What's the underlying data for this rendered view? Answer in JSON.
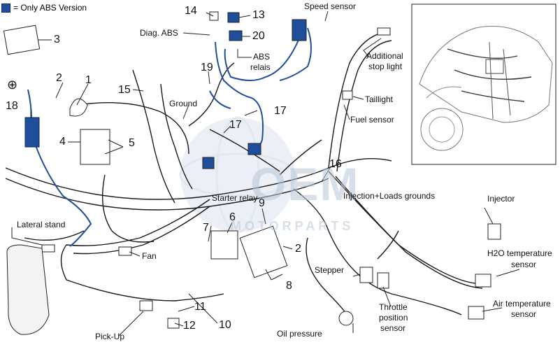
{
  "legend": {
    "text": "= Only ABS Version",
    "color": "#1f4e9a"
  },
  "watermark": {
    "line1": "OEM",
    "line2": "MOTORPARTS"
  },
  "numbers": {
    "n1": "1",
    "n2": "2",
    "n3": "3",
    "n4": "4",
    "n5": "5",
    "n6": "6",
    "n7": "7",
    "n8": "8",
    "n9": "9",
    "n10": "10",
    "n11": "11",
    "n12": "12",
    "n13": "13",
    "n14": "14",
    "n15": "15",
    "n16": "16",
    "n17a": "17",
    "n17b": "17",
    "n18": "18",
    "n19": "19",
    "n20": "20",
    "n2b": "2"
  },
  "labels": {
    "speed_sensor": "Speed sensor",
    "diag_abs": "Diag. ABS",
    "abs_relais_1": "ABS",
    "abs_relais_2": "relais",
    "additional_stop_1": "Additional",
    "additional_stop_2": "stop light",
    "taillight": "Taillight",
    "fuel_sensor": "Fuel sensor",
    "ground": "Ground",
    "starter_relay": "Starter relay",
    "injection_loads": "Injection+Loads grounds",
    "injector": "Injector",
    "h2o_1": "H2O temperature",
    "h2o_2": "sensor",
    "lateral_stand": "Lateral stand",
    "fan": "Fan",
    "stepper": "Stepper",
    "throttle_1": "Throttle",
    "throttle_2": "position",
    "throttle_3": "sensor",
    "air_temp_1": "Air temperature",
    "air_temp_2": "sensor",
    "oil_pressure": "Oil pressure",
    "pick_up": "Pick-Up",
    "plus_sign": "⊕"
  },
  "colors": {
    "abs": "#1f4e9a",
    "line": "#1a1a1a"
  }
}
